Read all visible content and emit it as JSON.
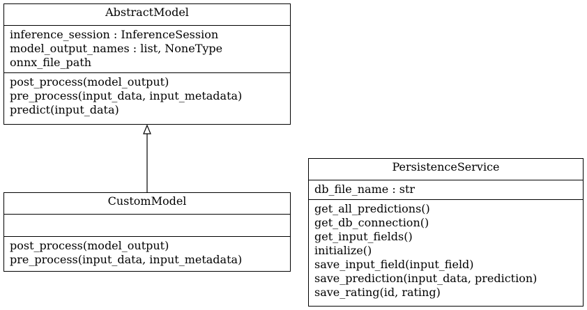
{
  "classes": {
    "abstract_model": {
      "name": "AbstractModel",
      "attributes": [
        "inference_session : InferenceSession",
        "model_output_names : list, NoneType",
        "onnx_file_path"
      ],
      "methods": [
        "post_process(model_output)",
        "pre_process(input_data, input_metadata)",
        "predict(input_data)"
      ]
    },
    "custom_model": {
      "name": "CustomModel",
      "attributes": [],
      "methods": [
        "post_process(model_output)",
        "pre_process(input_data, input_metadata)"
      ]
    },
    "persistence_service": {
      "name": "PersistenceService",
      "attributes": [
        "db_file_name : str"
      ],
      "methods": [
        "get_all_predictions()",
        "get_db_connection()",
        "get_input_fields()",
        "initialize()",
        "save_input_field(input_field)",
        "save_prediction(input_data, prediction)",
        "save_rating(id, rating)"
      ]
    }
  },
  "relations": [
    {
      "type": "inheritance",
      "from": "CustomModel",
      "to": "AbstractModel"
    }
  ]
}
